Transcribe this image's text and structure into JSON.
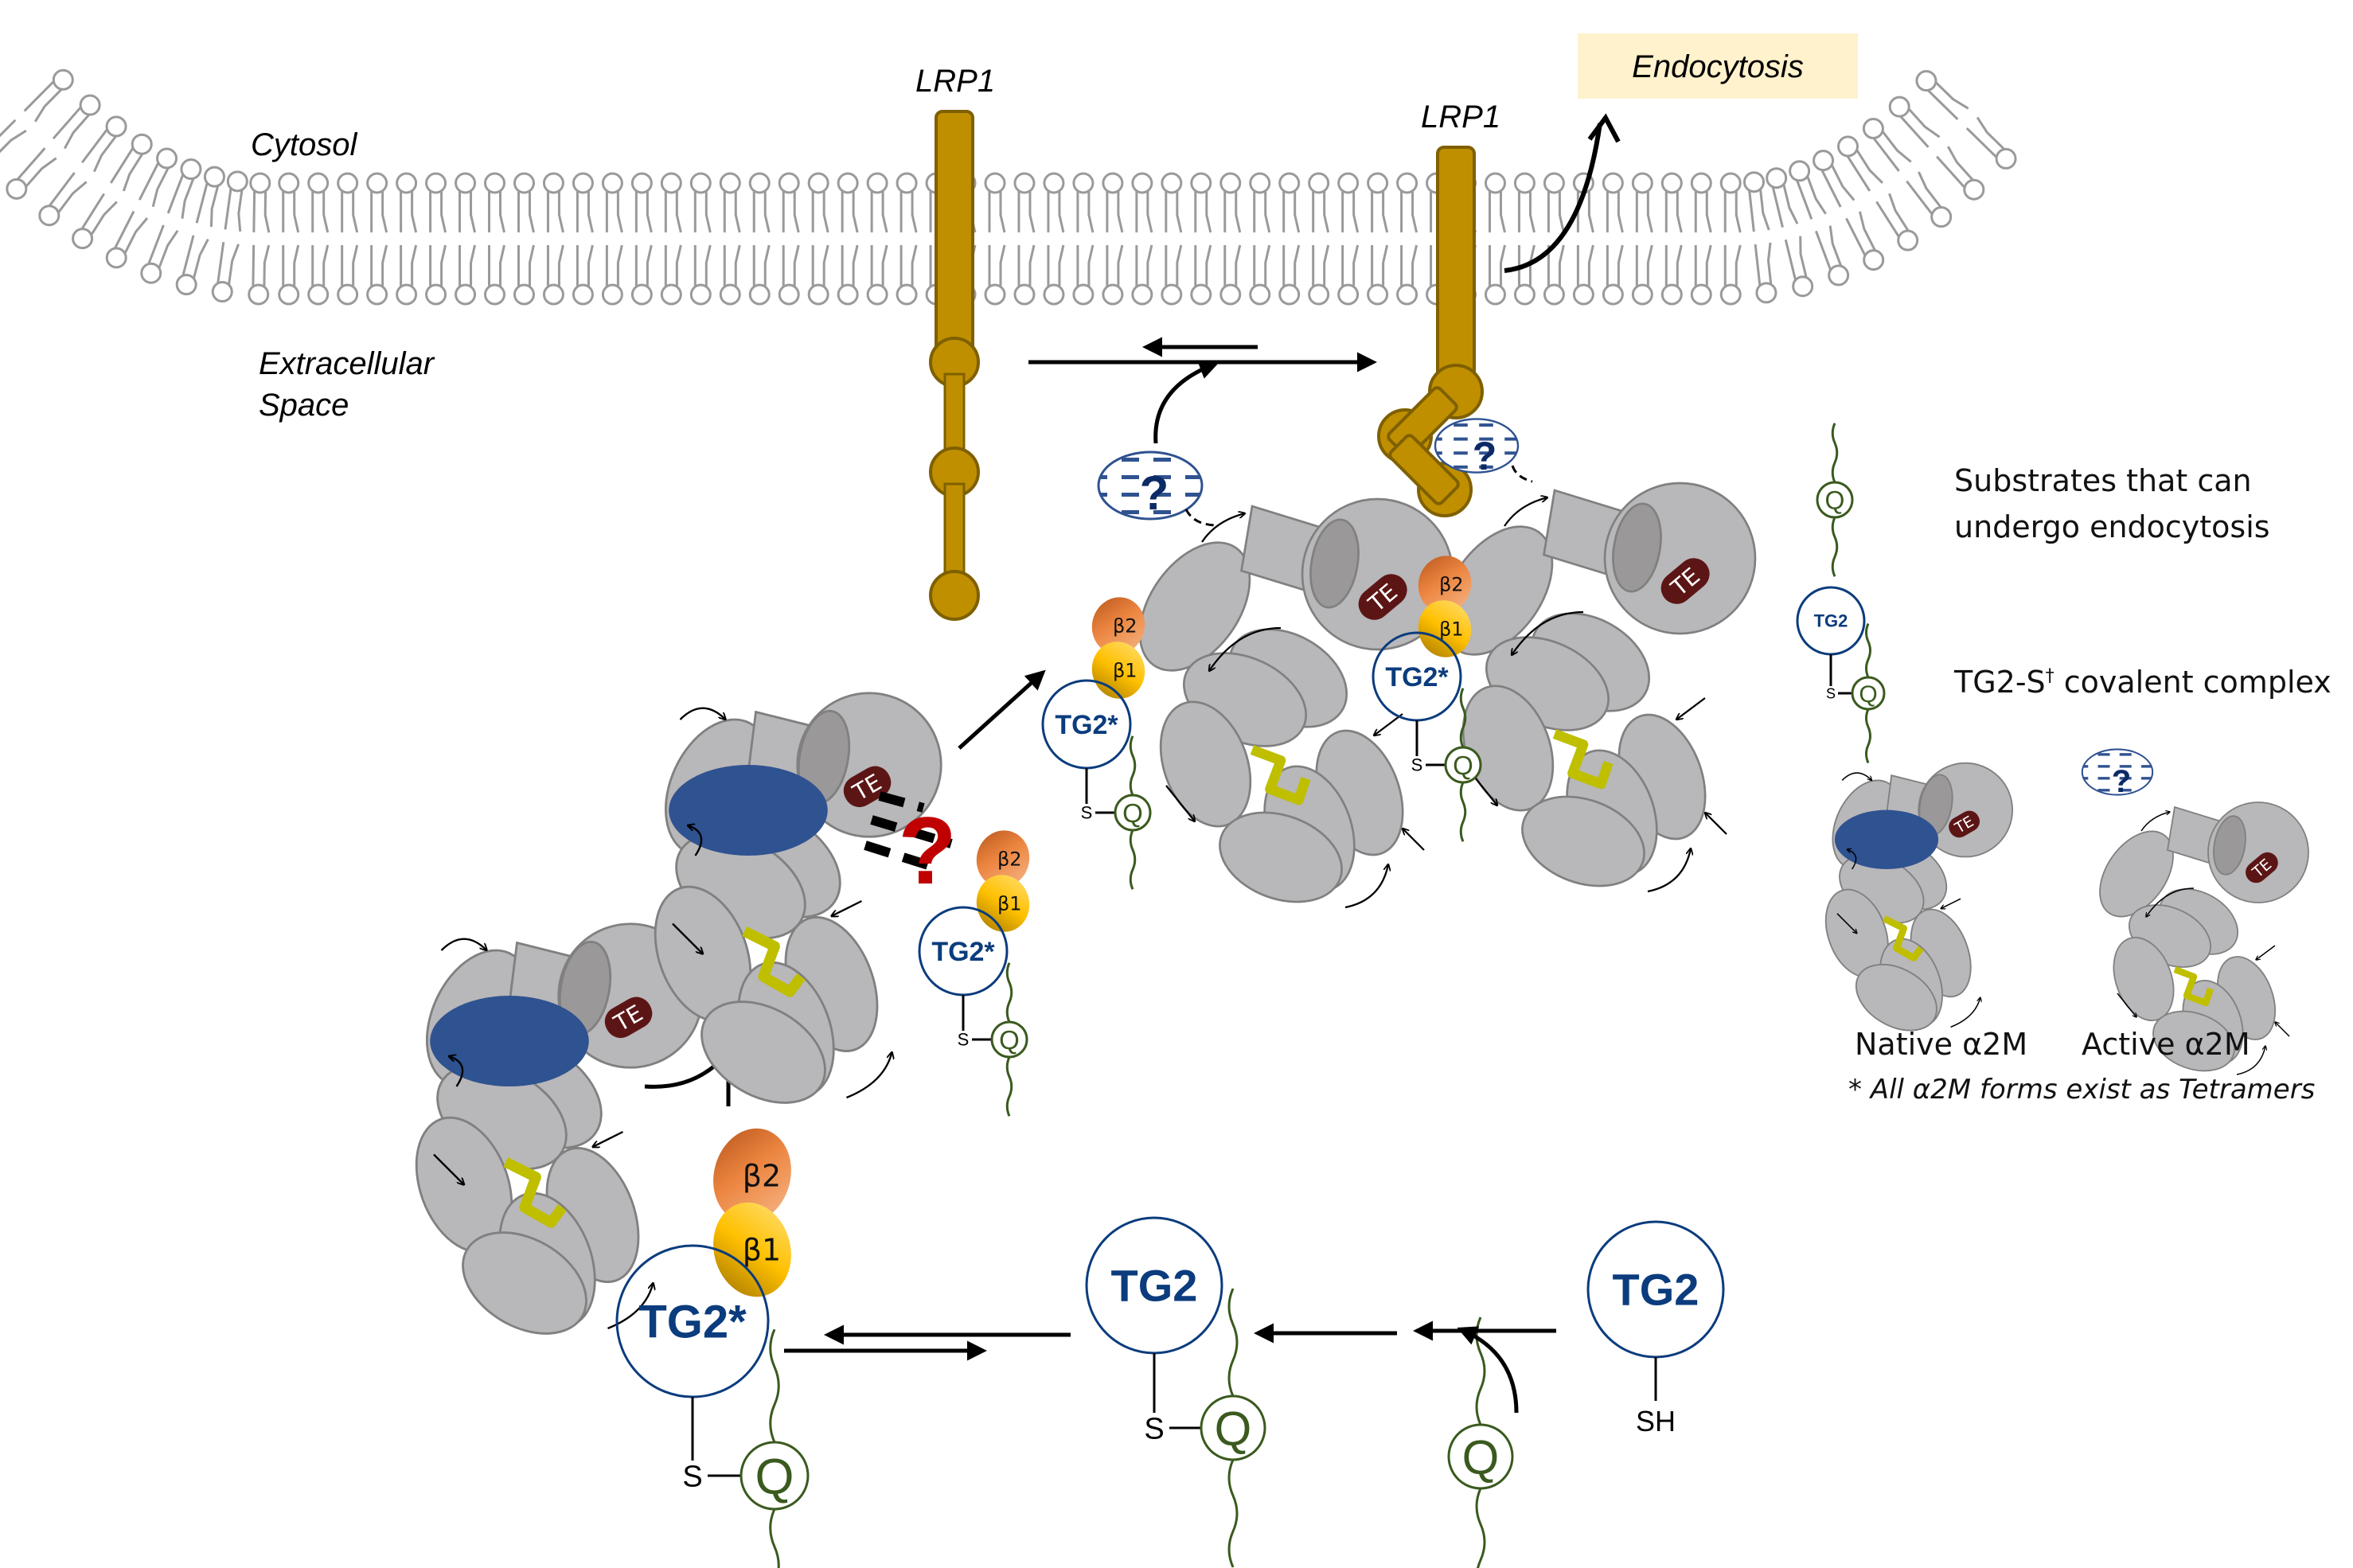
{
  "labels": {
    "cytosol": "Cytosol",
    "extracellular_line1": "Extracellular",
    "extracellular_line2": "Space",
    "lrp1_left": "LRP1",
    "lrp1_right": "LRP1",
    "endocytosis": "Endocytosis"
  },
  "molecules": {
    "tg2": "TG2",
    "tg2_active": "TG2*",
    "beta1": "β1",
    "beta2": "β2",
    "thioester": "TE",
    "substrate": "Q",
    "sulfur": "S",
    "thiol": "SH",
    "unknown": "?"
  },
  "legend": {
    "substrate_line1": "Substrates that can",
    "substrate_line2": "undergo endocytosis",
    "complex_label": "TG2-S",
    "complex_dagger": "†",
    "complex_suffix": " covalent complex",
    "native": "Native α2M",
    "active": "Active α2M",
    "footnote": "* All α2M forms exist as Tetramers"
  },
  "colors": {
    "lrp1": "#bf8f00",
    "lrp1_stroke": "#7f6000",
    "tg2_blue": "#0b3c7d",
    "substrate_green": "#3a5a1e",
    "endocytosis_bg": "#fff2cc",
    "thioester": "#5c1515",
    "bait_region": "#2f5290",
    "question_red": "#c00000",
    "yellow_loop": "#bfbf00",
    "beta2_orange": "#e8803a",
    "beta1_gold": "#ffc000"
  }
}
